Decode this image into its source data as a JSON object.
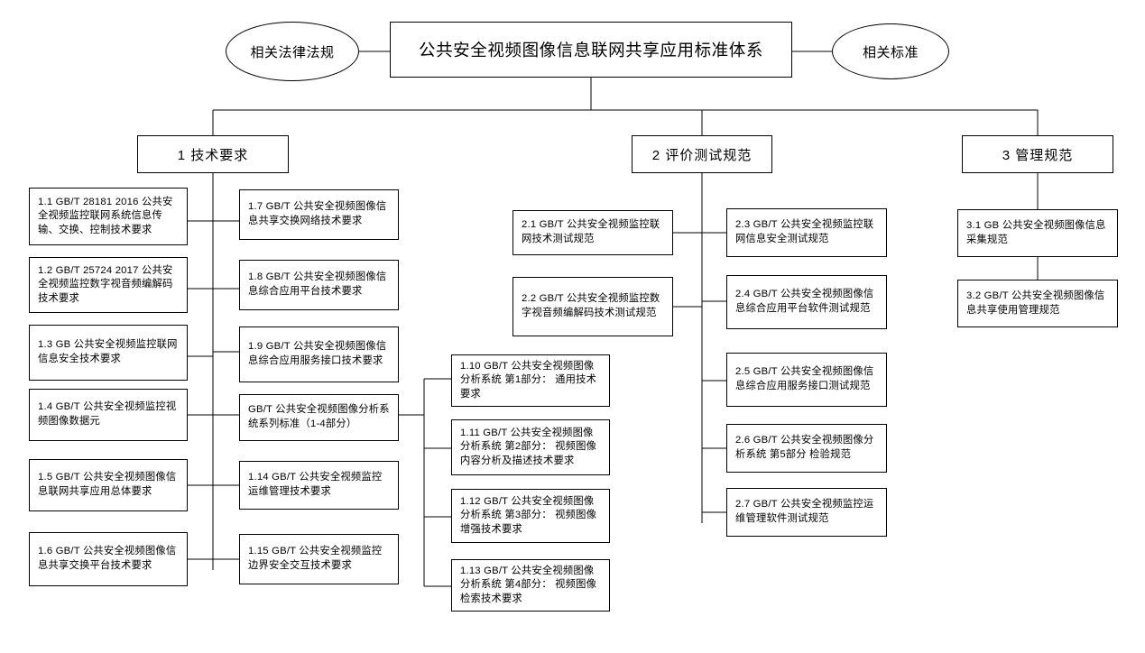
{
  "diagram": {
    "title_box": "公共安全视频图像信息联网共享应用标准体系",
    "left_ellipse": "相关法律法规",
    "right_ellipse": "相关标准",
    "branches": [
      {
        "label": "1 技术要求"
      },
      {
        "label": "2 评价测试规范"
      },
      {
        "label": "3 管理规范"
      }
    ],
    "tech_left": [
      "1.1 GB/T 28181 2016 公共安全视频监控联网系统信息传输、交换、控制技术要求",
      "1.2 GB/T 25724 2017 公共安全视频监控数字视音频编解码技术要求",
      "1.3 GB 公共安全视频监控联网信息安全技术要求",
      "1.4 GB/T 公共安全视频监控视频图像数据元",
      "1.5 GB/T 公共安全视频图像信息联网共享应用总体要求",
      "1.6 GB/T 公共安全视频图像信息共享交换平台技术要求"
    ],
    "tech_right": [
      "1.7 GB/T 公共安全视频图像信息共享交换网络技术要求",
      "1.8 GB/T 公共安全视频图像信息综合应用平台技术要求",
      "1.9 GB/T 公共安全视频图像信息综合应用服务接口技术要求",
      "GB/T 公共安全视频图像分析系统系列标准（1-4部分）",
      "1.14  GB/T 公共安全视频监控运维管理技术要求",
      "1.15 GB/T 公共安全视频监控边界安全交互技术要求"
    ],
    "analysis_parts": [
      "1.10  GB/T 公共安全视频图像分析系统 第1部分： 通用技术要求",
      "1.11  GB/T 公共安全视频图像分析系统 第2部分： 视频图像内容分析及描述技术要求",
      "1.12  GB/T 公共安全视频图像分析系统 第3部分： 视频图像增强技术要求",
      "1.13  GB/T 公共安全视频图像分析系统 第4部分： 视频图像检索技术要求"
    ],
    "eval_left": [
      "2.1 GB/T 公共安全视频监控联网技术测试规范",
      "2.2 GB/T 公共安全视频监控数字视音频编解码技术测试规范"
    ],
    "eval_right": [
      "2.3 GB/T 公共安全视频监控联网信息安全测试规范",
      "2.4 GB/T 公共安全视频图像信息综合应用平台软件测试规范",
      "2.5 GB/T 公共安全视频图像信息综合应用服务接口测试规范",
      "2.6 GB/T 公共安全视频图像分析系统 第5部分 检验规范",
      "2.7 GB/T 公共安全视频监控运维管理软件测试规范"
    ],
    "manage": [
      "3.1 GB 公共安全视频图像信息采集规范",
      "3.2 GB/T 公共安全视频图像信息共享使用管理规范"
    ]
  }
}
